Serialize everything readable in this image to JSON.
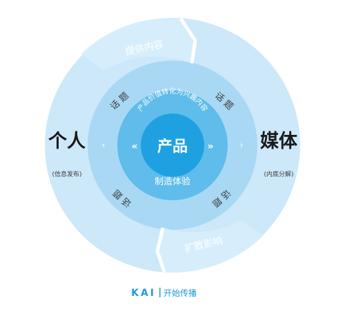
{
  "center": {
    "title": "产品"
  },
  "middle_ring": {
    "top_arc": "产品价值转化为兴趣内容",
    "bottom_label": "制造体验"
  },
  "inner_ring": {
    "top_left": "话 题",
    "top_right": "话 题",
    "bottom_left": "话 题",
    "bottom_right": "话 题"
  },
  "left": {
    "title": "个人",
    "subtitle": "(信息发布)"
  },
  "right": {
    "title": "媒体",
    "subtitle": "(内底分解)"
  },
  "outer_arrows": {
    "top": "提供内容",
    "bottom": "扩散影响"
  },
  "footer": {
    "brand_letters": "KAI",
    "brand_text": "开始传播"
  },
  "colors": {
    "outer_ring": "#CDE8F8",
    "inner_ring": "#A9D8F4",
    "middle_ring": "#5FBCEB",
    "core": "#1FA1E1",
    "arrow_band": "#D6EEFB",
    "text_dark": "#1A1A1A",
    "text_white": "#FFFFFF",
    "text_ring": "#3B3B3B",
    "brand_blue": "#1E9ADF"
  }
}
